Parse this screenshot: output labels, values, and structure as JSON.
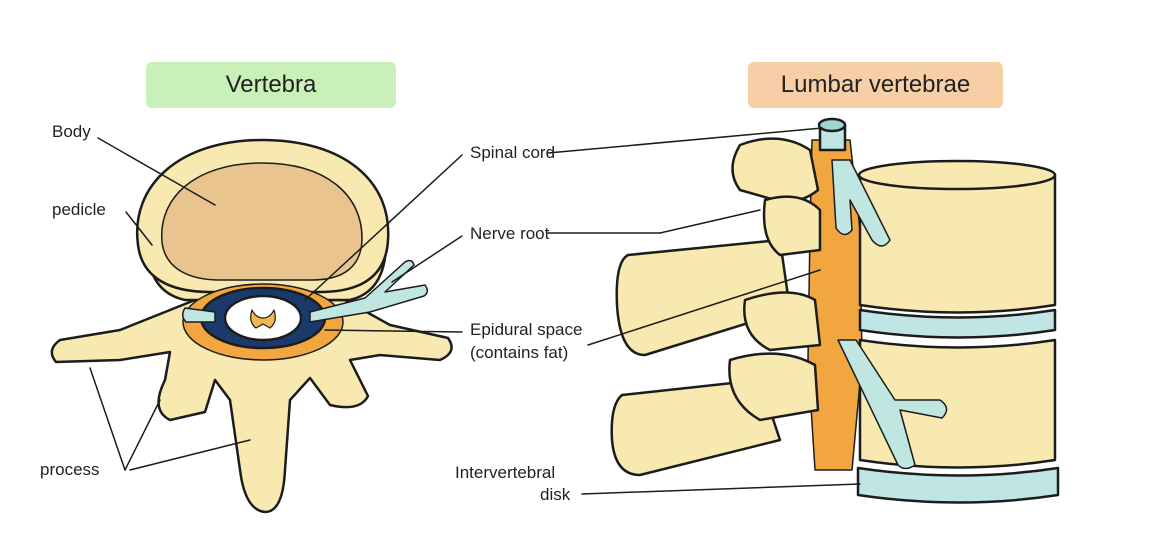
{
  "titles": {
    "left": "Vertebra",
    "right": "Lumbar vertebrae"
  },
  "labels": {
    "body": "Body",
    "pedicle": "pedicle",
    "process": "process",
    "spinal_cord": "Spinal cord",
    "nerve_root": "Nerve root",
    "epidural_line1": "Epidural space",
    "epidural_line2": "(contains fat)",
    "disk_line1": "Intervertebral",
    "disk_line2": "disk"
  },
  "colors": {
    "bone": "#f7e9b0",
    "bone_outline": "#1c1c1c",
    "body_center": "#e9c48f",
    "fat": "#f2a640",
    "nerve": "#bfe6e0",
    "canal": "#1b3a6b",
    "disk": "#bfe6e4",
    "title_left_bg": "#c9f0b8",
    "title_right_bg": "#f6cfa6"
  }
}
